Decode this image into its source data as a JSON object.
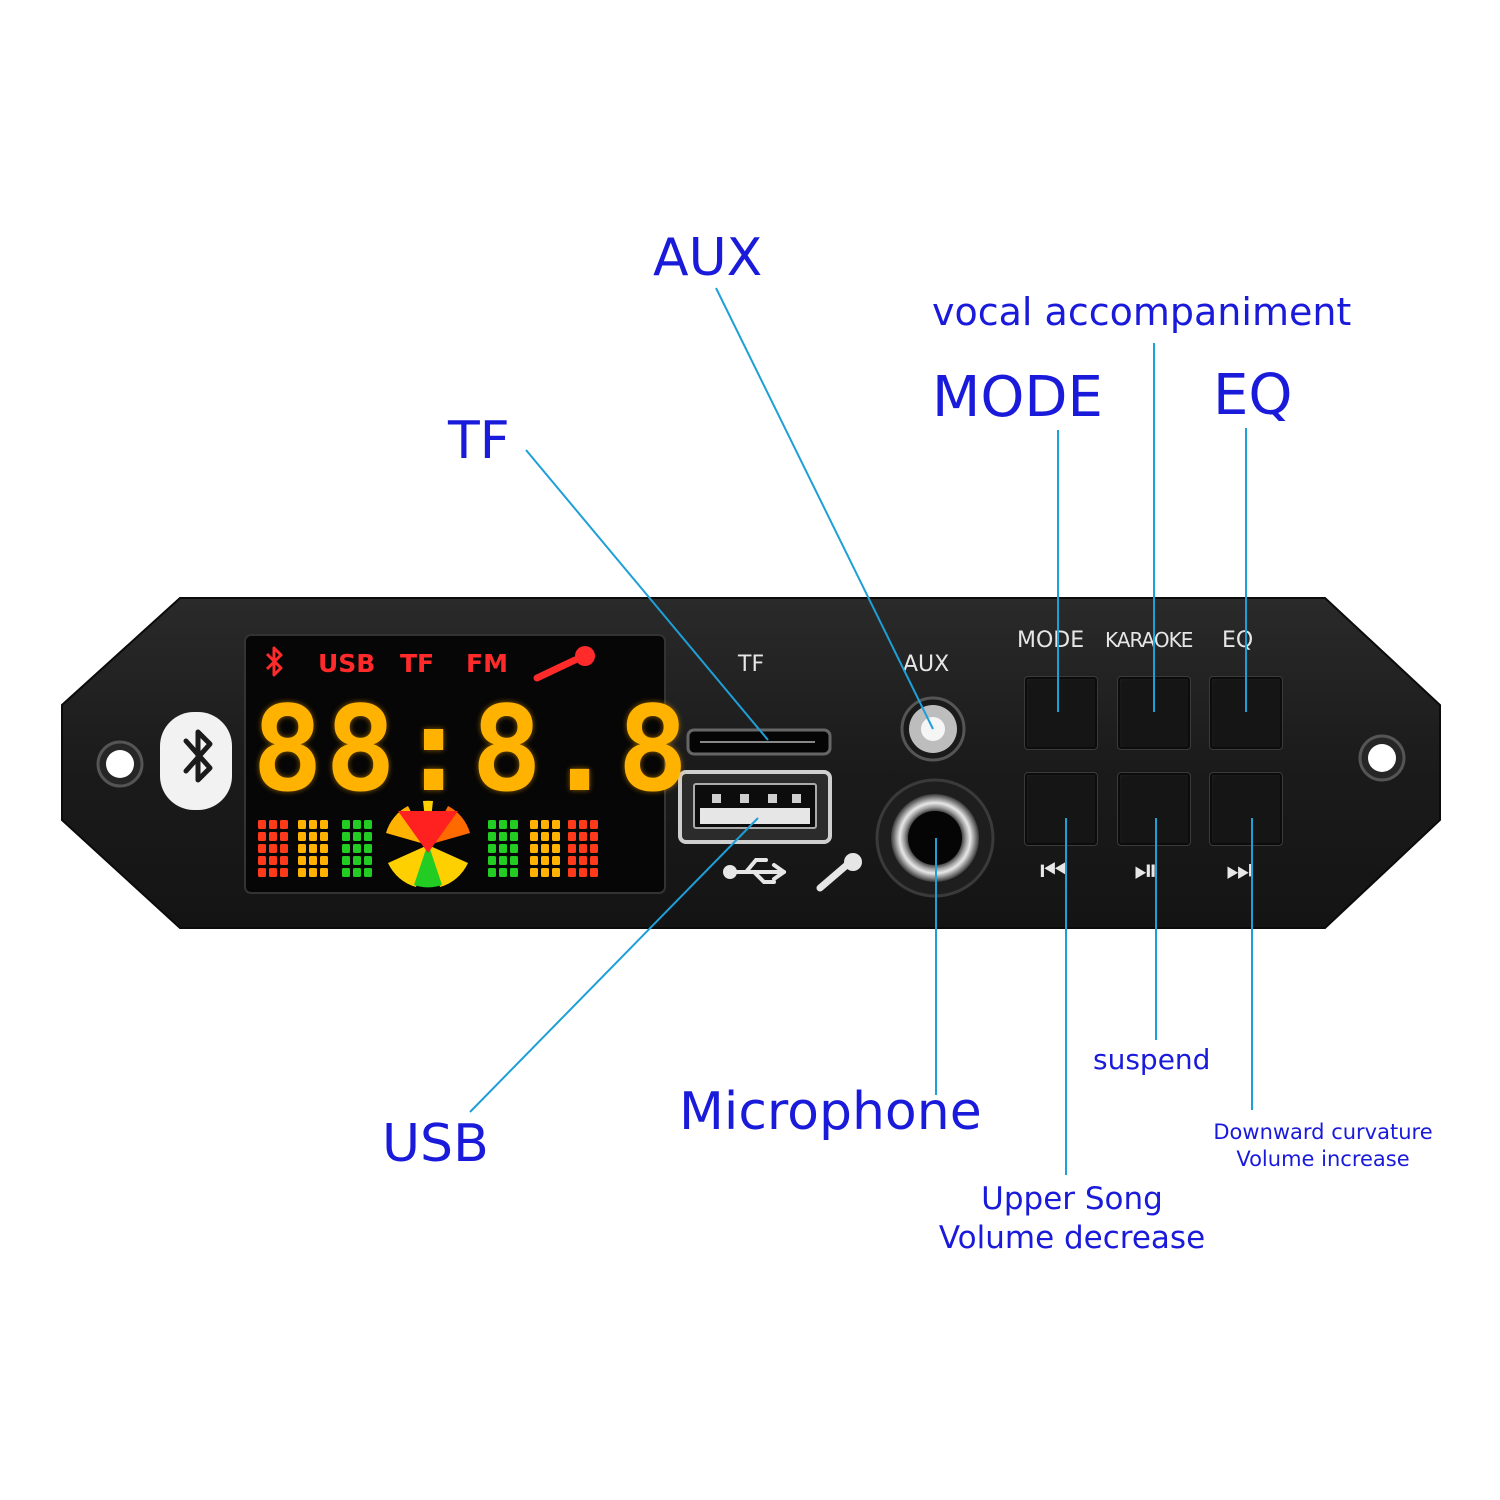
{
  "callouts": {
    "aux": "AUX",
    "vocal": "vocal accompaniment",
    "mode": "MODE",
    "eq": "EQ",
    "tf": "TF",
    "usb": "USB",
    "microphone": "Microphone",
    "suspend": "suspend",
    "next": {
      "line1": "Downward curvature",
      "line2": "Volume increase"
    },
    "prev": {
      "line1": "Upper Song",
      "line2": "Volume decrease"
    }
  },
  "panel": {
    "tf_label": "TF",
    "aux_label": "AUX",
    "mode_label": "MODE",
    "karaoke_label": "KARAOKE",
    "eq_label": "EQ",
    "display": {
      "usb": "USB",
      "tf": "TF",
      "fm": "FM",
      "digits": "88:8.8"
    },
    "controls": {
      "prev": "⏮",
      "play_pause": "⏯",
      "next": "⏭"
    }
  },
  "colors": {
    "callout_text": "#1a1adb",
    "leader_line": "#1e9fd8",
    "panel_body": "#1b1b1b",
    "lcd_digits": "#ffb300",
    "lcd_labels": "#ff2a2a"
  },
  "icons": [
    "bluetooth-icon",
    "microphone-icon",
    "usb-icon",
    "prev-track-icon",
    "play-pause-icon",
    "next-track-icon"
  ]
}
